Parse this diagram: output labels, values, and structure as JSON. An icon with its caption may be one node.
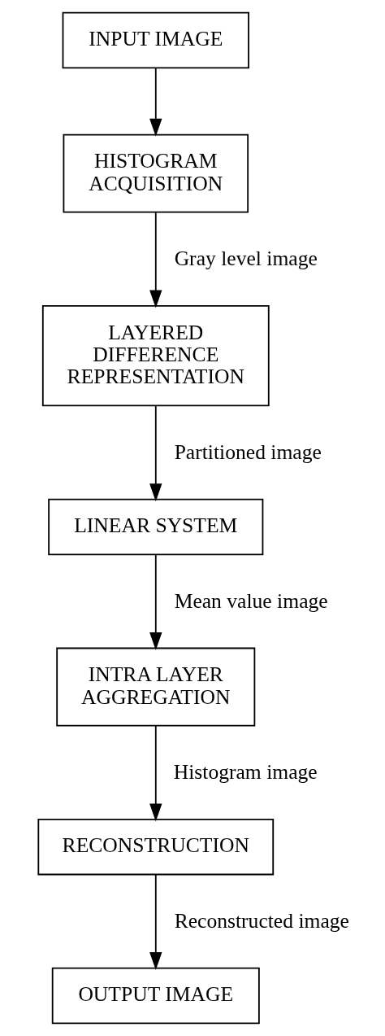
{
  "diagram": {
    "nodes": [
      {
        "text": [
          "INPUT IMAGE"
        ]
      },
      {
        "text": [
          "HISTOGRAM ACQUISITION"
        ]
      },
      {
        "text": [
          "LAYERED DIFFERENCE REPRESENTATION"
        ]
      },
      {
        "text": [
          "LINEAR SYSTEM"
        ]
      },
      {
        "text": [
          "INTRA LAYER AGGREGATION"
        ]
      },
      {
        "text": [
          "RECONSTRUCTION"
        ]
      },
      {
        "text": [
          "OUTPUT IMAGE"
        ]
      }
    ],
    "edges": [
      {
        "from": 0,
        "to": 1,
        "arrow": "to"
      },
      {
        "from": 1,
        "to": 2,
        "arrow": "to",
        "label": "Gray level image"
      },
      {
        "from": 2,
        "to": 3,
        "arrow": "to",
        "label": "Partitioned image"
      },
      {
        "from": 3,
        "to": 4,
        "arrow": "to",
        "label": "Mean value image"
      },
      {
        "from": 4,
        "to": 5,
        "arrow": "to",
        "label": "Histogram image"
      },
      {
        "from": 5,
        "to": 6,
        "arrow": "to",
        "label": "Reconstructed image"
      }
    ]
  }
}
